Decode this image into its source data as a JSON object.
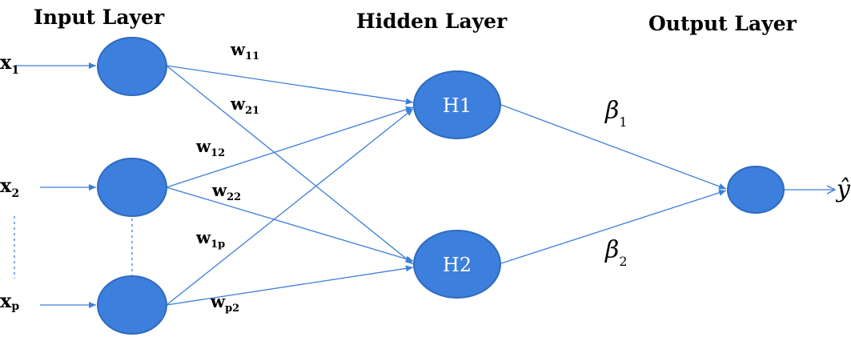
{
  "headers": {
    "input": "Input Layer",
    "hidden": "Hidden Layer",
    "output": "Output Layer"
  },
  "inputs": [
    {
      "base": "x",
      "sub": "1"
    },
    {
      "base": "x",
      "sub": "2"
    },
    {
      "base": "x",
      "sub": "p"
    }
  ],
  "hidden_nodes": [
    "H1",
    "H2"
  ],
  "weights": {
    "w11": {
      "base": "w",
      "sub": "11"
    },
    "w21": {
      "base": "w",
      "sub": "21"
    },
    "w12": {
      "base": "w",
      "sub": "12"
    },
    "w22": {
      "base": "w",
      "sub": "22"
    },
    "w1p": {
      "base": "w",
      "sub": "1p"
    },
    "wp2": {
      "base": "w",
      "sub": "p2"
    }
  },
  "betas": [
    {
      "base": "β",
      "sub": "1"
    },
    {
      "base": "β",
      "sub": "2"
    }
  ],
  "output": "ŷ",
  "colors": {
    "node": "#3d7fdc",
    "edge": "#3b7fd9"
  }
}
